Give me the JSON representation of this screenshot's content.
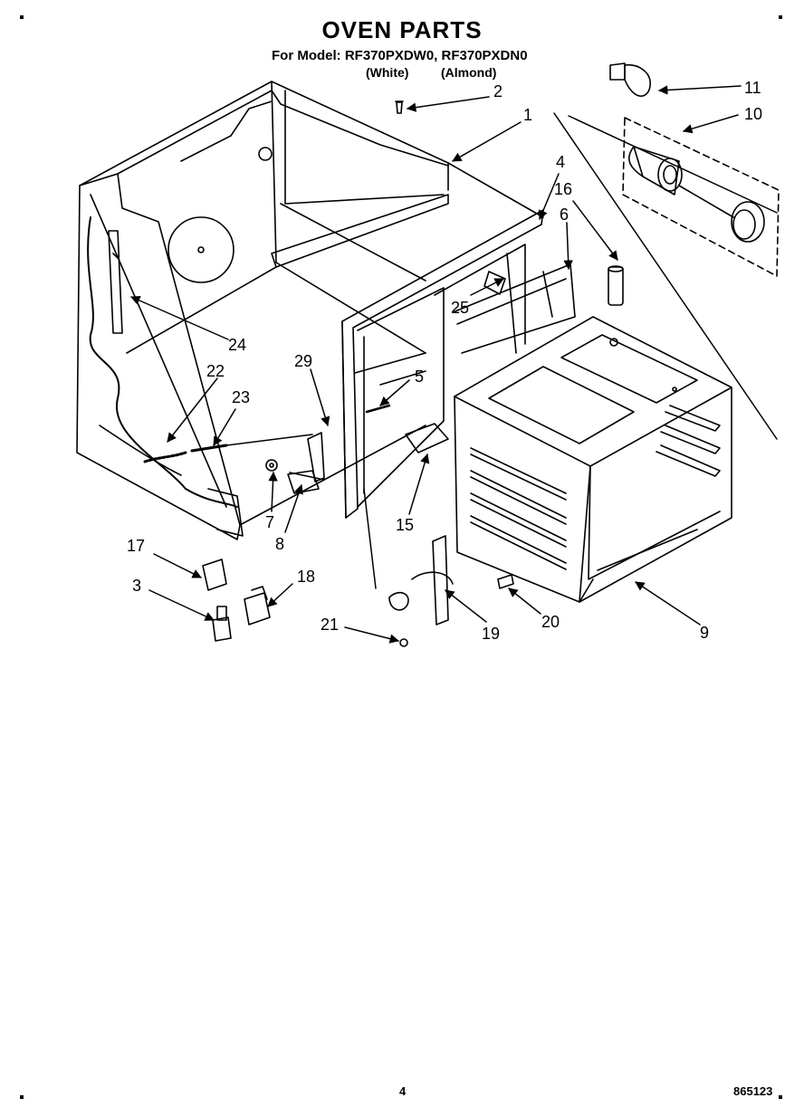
{
  "header": {
    "title": "OVEN PARTS",
    "model_line": "For Model: RF370PXDW0, RF370PXDN0",
    "variant_white": "(White)",
    "variant_almond": "(Almond)"
  },
  "callouts": {
    "p1": "1",
    "p2": "2",
    "p3": "3",
    "p4": "4",
    "p5": "5",
    "p6": "6",
    "p7": "7",
    "p8": "8",
    "p9": "9",
    "p10": "10",
    "p11": "11",
    "p15": "15",
    "p16": "16",
    "p17": "17",
    "p18": "18",
    "p19": "19",
    "p20": "20",
    "p21": "21",
    "p22": "22",
    "p23": "23",
    "p24": "24",
    "p25": "25",
    "p29": "29"
  },
  "footer": {
    "page_number": "4",
    "doc_number": "865123"
  }
}
